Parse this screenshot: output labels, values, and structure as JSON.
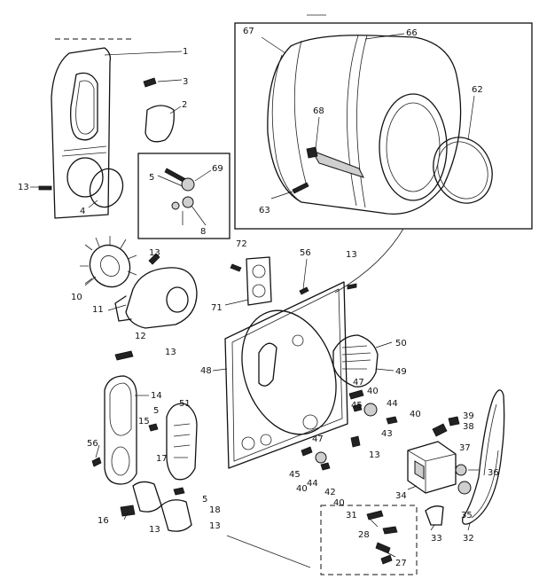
{
  "callouts": {
    "c1": "1",
    "c2": "2",
    "c3": "3",
    "c4": "4",
    "c5a": "5",
    "c5b": "5",
    "c5c": "5",
    "c8": "8",
    "c10": "10",
    "c11": "11",
    "c12": "12",
    "c13a": "13",
    "c13b": "13",
    "c13c": "13",
    "c13d": "13",
    "c13e": "13",
    "c13f": "13",
    "c13g": "13",
    "c14": "14",
    "c15": "15",
    "c16": "16",
    "c17": "17",
    "c18": "18",
    "c27": "27",
    "c28": "28",
    "c31": "31",
    "c32": "32",
    "c33": "33",
    "c34": "34",
    "c35": "35",
    "c36": "36",
    "c37": "37",
    "c38": "38",
    "c39": "39",
    "c40a": "40",
    "c40b": "40",
    "c40c": "40",
    "c40d": "40",
    "c42": "42",
    "c43": "43",
    "c44a": "44",
    "c44b": "44",
    "c45a": "45",
    "c45b": "45",
    "c47a": "47",
    "c47b": "47",
    "c48": "48",
    "c49": "49",
    "c50": "50",
    "c51": "51",
    "c56a": "56",
    "c56b": "56",
    "c62": "62",
    "c63": "63",
    "c66": "66",
    "c67": "67",
    "c68": "68",
    "c69": "69",
    "c71": "71",
    "c72": "72"
  }
}
